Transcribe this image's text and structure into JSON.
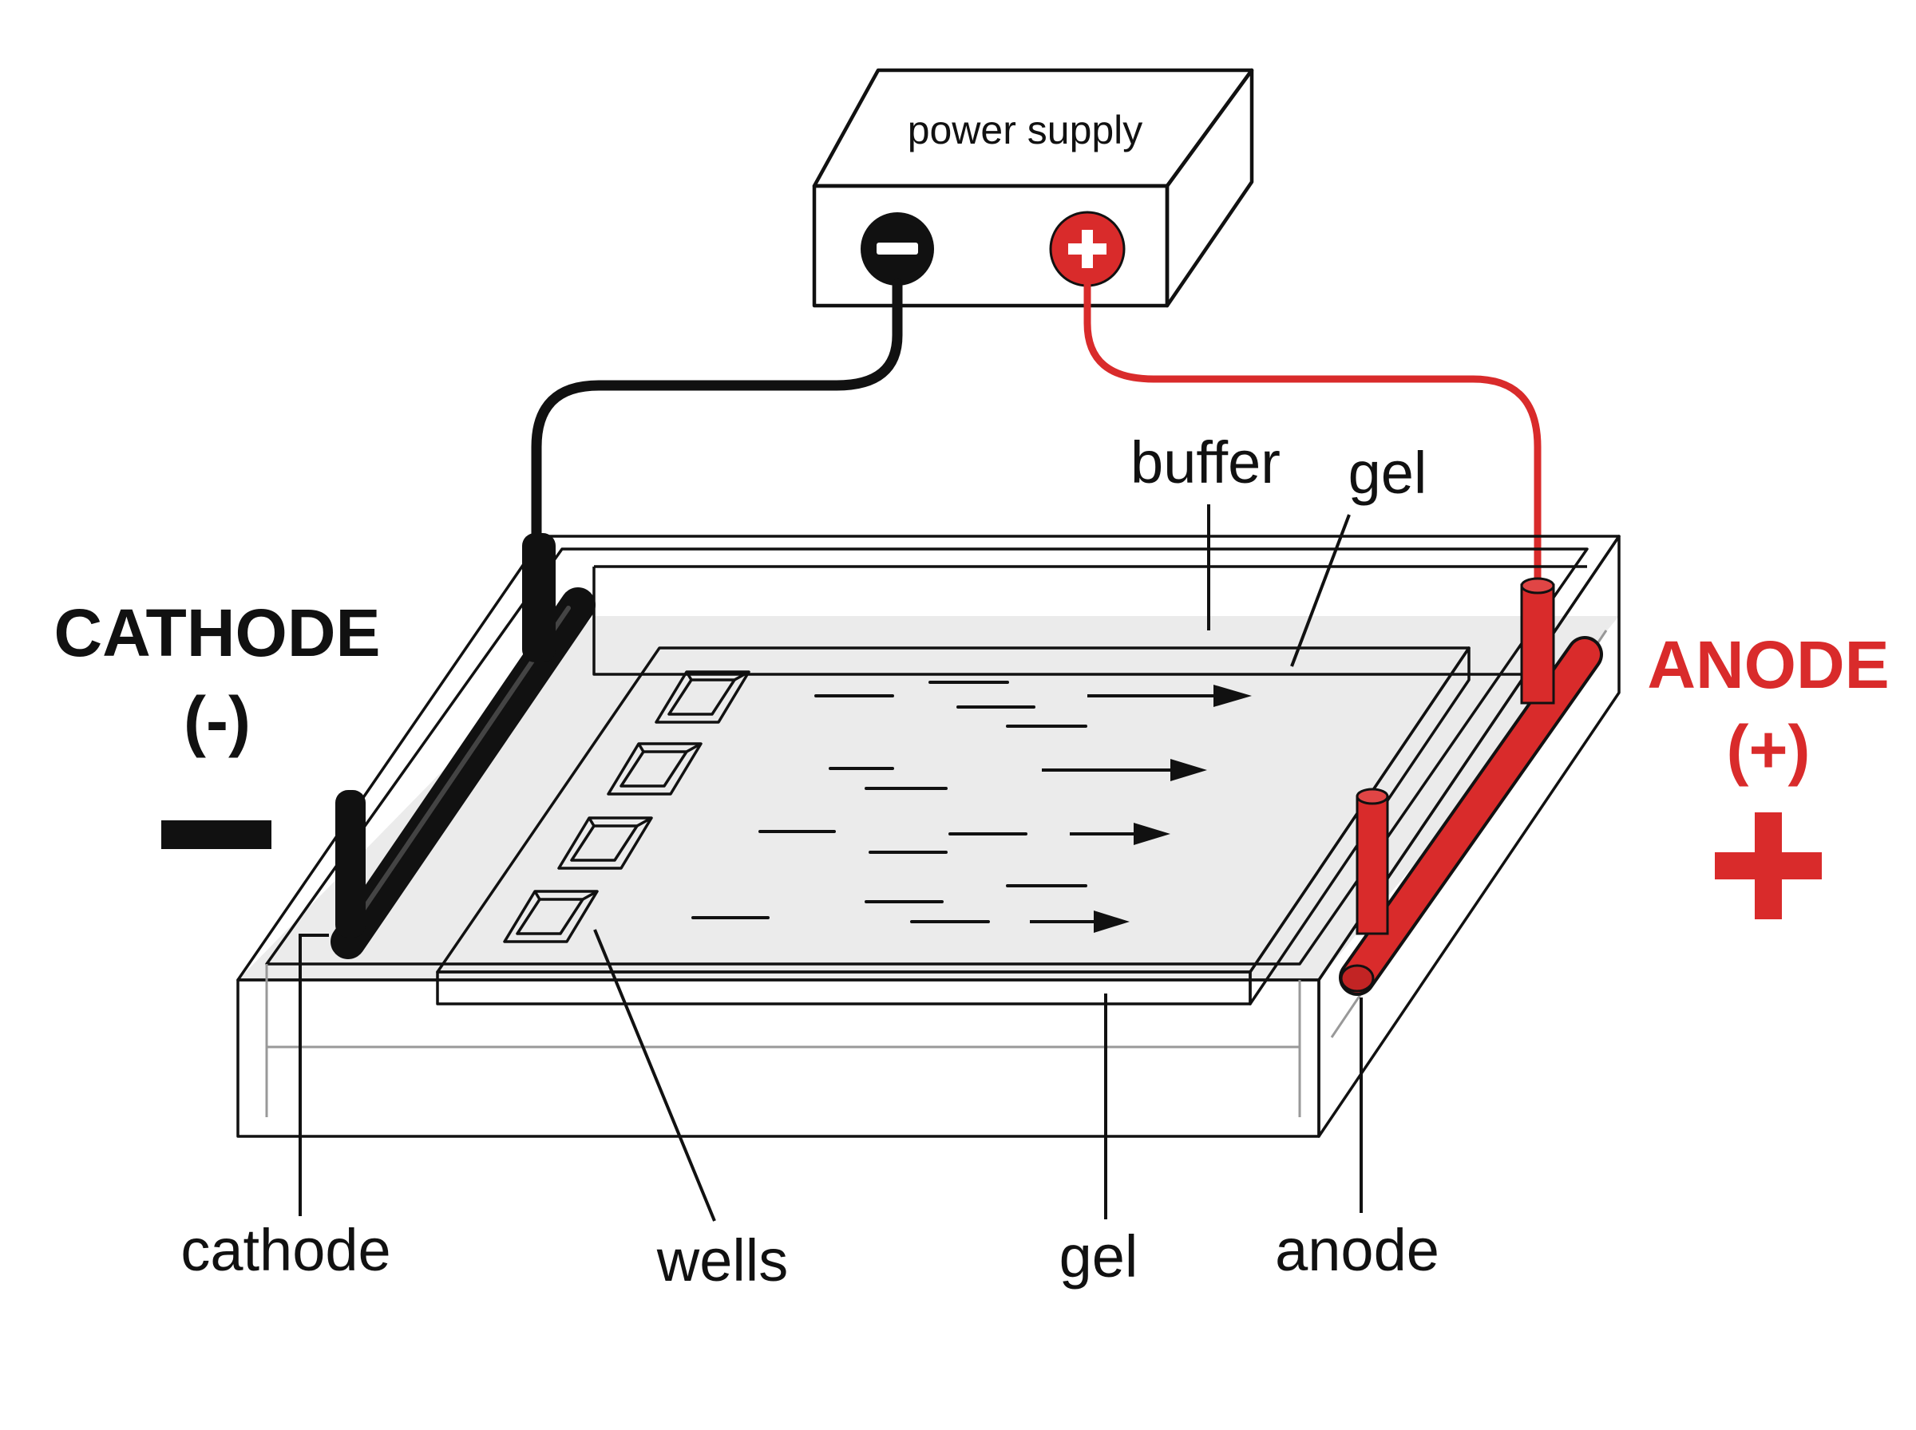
{
  "power_supply": {
    "label": "power supply",
    "negative_symbol": "−",
    "positive_symbol": "+"
  },
  "labels": {
    "buffer": "buffer",
    "gel_top": "gel",
    "gel_bottom": "gel",
    "cathode": "cathode",
    "wells": "wells",
    "anode": "anode"
  },
  "cathode_side": {
    "title": "CATHODE",
    "sign": "(-)",
    "symbol": "−"
  },
  "anode_side": {
    "title": "ANODE",
    "sign": "(+)",
    "symbol": "+"
  },
  "colors": {
    "negative": "#111111",
    "positive": "#d92b2b",
    "buffer": "#e9e9e9",
    "gel": "#dcdcdc"
  },
  "icons": {
    "negative_terminal": "minus-circle-icon",
    "positive_terminal": "plus-circle-icon"
  }
}
